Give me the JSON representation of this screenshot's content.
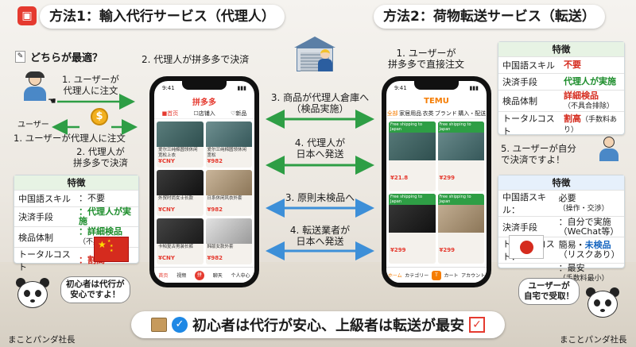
{
  "method1": {
    "title": "方法1：輸入代行サービス（代理人）"
  },
  "method2": {
    "title": "方法2：荷物転送サービス（転送）"
  },
  "which_best": "どちらが最適？",
  "user_label": "ユーザー",
  "left_steps": {
    "s1": "1. ユーザーが\n代理人に注文",
    "s1b": "1. ユーザーが代理人に注文",
    "s2": "2. 代理人が\n拼多多で決済",
    "s2_top": "2. 代理人が拼多多で決済"
  },
  "center_steps": {
    "s3": "3. 商品が代理人倉庫へ\n（検品実施）",
    "s4a": "4. 代理人が\n日本へ発送",
    "s3b": "3. 原則未検品へ",
    "s4b": "4. 転送業者が\n日本へ発送"
  },
  "right_steps": {
    "s1": "1. ユーザーが\n拼多多で直接注文",
    "s5": "5. ユーザーが自分\nで決済ですよ！"
  },
  "left_panel": {
    "header": "特徴",
    "rows": [
      {
        "k": "中国語スキル",
        "v": "：不要"
      },
      {
        "k": "決済手段",
        "v": "：代理人が実施"
      },
      {
        "k": "検品体制",
        "v": "：詳細検品",
        "note": "（不具合排除）"
      },
      {
        "k": "トータルコスト",
        "v": "：割高"
      }
    ]
  },
  "right_panel_top": {
    "header": "特徴",
    "rows": [
      {
        "k": "中国語スキル",
        "v": "不要"
      },
      {
        "k": "決済手段",
        "v": "代理人が実施"
      },
      {
        "k": "検品体制",
        "v": "詳細検品",
        "note": "（不具合排除）"
      },
      {
        "k": "トータルコスト",
        "v": "割高",
        "note": "（手数料あり）"
      }
    ]
  },
  "right_panel_bottom": {
    "header": "特徴",
    "rows": [
      {
        "k": "中国語スキル：",
        "v": "必要",
        "note": "（操作・交渉）"
      },
      {
        "k": "決済手段",
        "v": "：自分で実施",
        "note": "（WeChat等）"
      },
      {
        "k": "トータルコスト：",
        "v": "簡易・",
        "v2": "未検品",
        "note": "（リスクあり）"
      },
      {
        "k": "",
        "v": "：最安",
        "note": "（手数料最小）"
      }
    ]
  },
  "phone_left": {
    "time": "9:41",
    "app": "拼多多",
    "tabs": [
      "■首页",
      "☐店铺入",
      "♡新品"
    ],
    "items": [
      {
        "t": "爱尔兰纯棉圆领休闲宽松上衣",
        "p": "¥CNY"
      },
      {
        "t": "爱尔兰纯棉圆领休闲宽松",
        "p": "¥982"
      },
      {
        "t": "外贸时尚女士长款",
        "p": "¥CNY"
      },
      {
        "t": "日系休闲风衣外套",
        "p": "¥982"
      },
      {
        "t": "卡帕复古男装长裤",
        "p": "¥CNY"
      },
      {
        "t": "韩版女款外套",
        "p": "¥982"
      }
    ],
    "nav": [
      "首页",
      "视频",
      "拼",
      "聊天",
      "个人中心"
    ]
  },
  "phone_right": {
    "time": "9:41",
    "app": "TEMU",
    "tabs": [
      "全部",
      "家居用品",
      "衣类",
      "ブランド",
      "購入・配送"
    ],
    "items": [
      {
        "t": "Free shipping to Japan",
        "p": "¥21.8"
      },
      {
        "t": "Free shipping to Japan",
        "p": "¥299"
      },
      {
        "t": "Free shipping to Japan",
        "p": "¥299"
      },
      {
        "t": "Free shipping to Japan",
        "p": "¥299"
      }
    ],
    "nav": [
      "ホーム",
      "カテゴリー",
      "T",
      "カート",
      "アカウント"
    ]
  },
  "bubbles": {
    "left": "初心者は代行が\n安心ですよ！",
    "right": "ユーザーが\n自宅で受取！"
  },
  "bottom_bar": "初心者は代行が安心、上級者は転送が最安",
  "caption_left": "まことパンダ社長",
  "caption_right": "まことパンダ社長",
  "colors": {
    "green": "#2e9e45",
    "blue": "#3d8fd8",
    "red": "#e53a2f",
    "panel_head_left": "#e7f3e4",
    "panel_head_right": "#e6f0fb"
  }
}
